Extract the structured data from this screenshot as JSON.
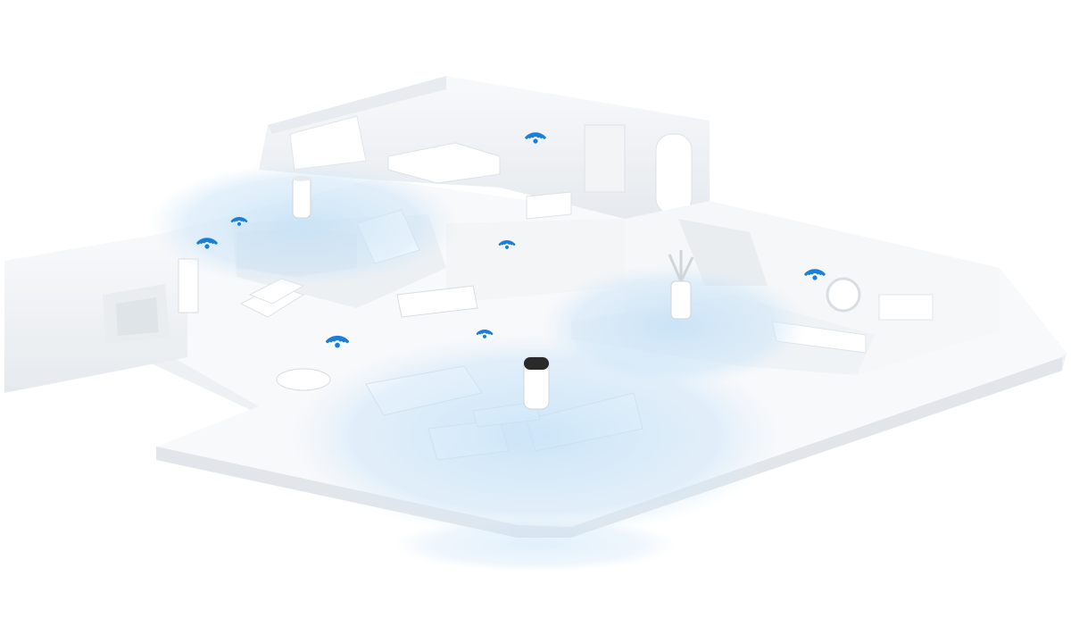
{
  "scene": {
    "subject": "mesh-wifi-home-illustration",
    "colors": {
      "background": "#ffffff",
      "wall": "#f4f6f8",
      "wall_shadow": "#e3e7eb",
      "floor": "#f7f9fb",
      "wifi_icon": "#1b7fd6",
      "coverage_glow": "#bcdcf5",
      "router_top": "#2a2a2a"
    },
    "wifi_icons": [
      {
        "room": "upper-bedroom"
      },
      {
        "room": "upper-left-landing"
      },
      {
        "room": "left-stairs-area"
      },
      {
        "room": "middle-hall"
      },
      {
        "room": "right-lounge"
      },
      {
        "room": "left-living"
      },
      {
        "room": "center-hall"
      }
    ],
    "routers": [
      {
        "location": "upper-left-landing",
        "icon": "mesh-router-icon"
      },
      {
        "location": "living-room-center",
        "icon": "mesh-router-icon"
      },
      {
        "location": "right-lounge",
        "icon": "mesh-router-icon"
      }
    ]
  }
}
